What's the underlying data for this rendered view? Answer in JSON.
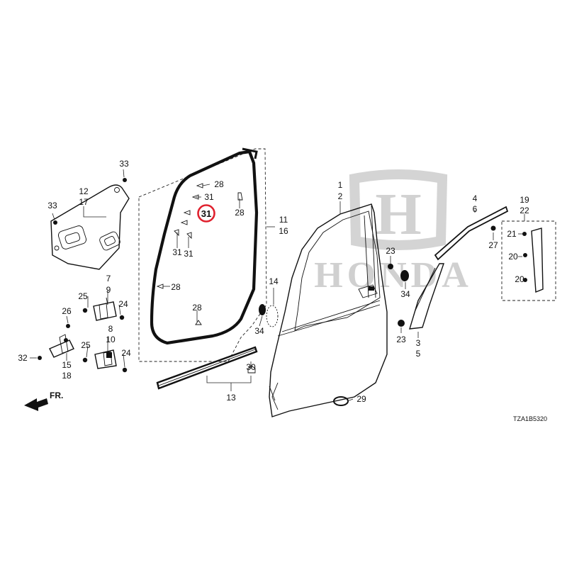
{
  "watermark": {
    "brand_text": "HONDA",
    "logo_letter": "H"
  },
  "diagram_code": "TZA1B5320",
  "direction_marker": "FR.",
  "highlighted_callout": "31",
  "callouts": {
    "c33a": "33",
    "c12": "12",
    "c17": "17",
    "c33b": "33",
    "c28a": "28",
    "c31a": "31",
    "c31hl": "31",
    "c28b": "28",
    "c31b": "31",
    "c31c": "31",
    "c28c": "28",
    "c28d": "28",
    "c11": "11",
    "c16": "16",
    "c7": "7",
    "c9": "9",
    "c25a": "25",
    "c24a": "24",
    "c26": "26",
    "c8": "8",
    "c10": "10",
    "c25b": "25",
    "c24b": "24",
    "c32": "32",
    "c15": "15",
    "c18": "18",
    "c30": "30",
    "c13": "13",
    "c14": "14",
    "c34a": "34",
    "c1": "1",
    "c2": "2",
    "c23a": "23",
    "c34b": "34",
    "c23b": "23",
    "c29": "29",
    "c3": "3",
    "c5": "5",
    "c4": "4",
    "c6": "6",
    "c27": "27",
    "c19": "19",
    "c22": "22",
    "c21": "21",
    "c20a": "20",
    "c20b": "20"
  }
}
